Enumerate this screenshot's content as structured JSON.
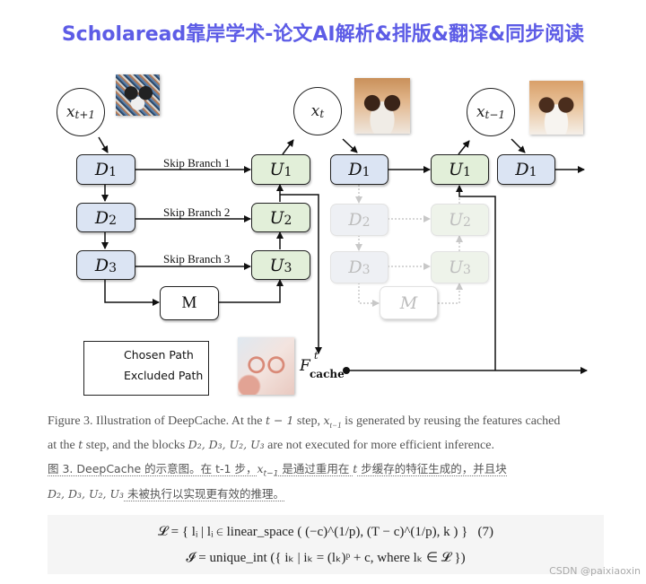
{
  "header": {
    "title": "Scholaread靠岸学术-论文AI解析&排版&翻译&同步阅读"
  },
  "diagram": {
    "nodes": {
      "x_t_plus_1": {
        "base": "x",
        "sub": "t+1"
      },
      "x_t": {
        "base": "x",
        "sub": "t"
      },
      "x_t_minus_1": {
        "base": "x",
        "sub": "t−1"
      },
      "D1": {
        "base": "D",
        "sub": "1"
      },
      "D2": {
        "base": "D",
        "sub": "2"
      },
      "D3": {
        "base": "D",
        "sub": "3"
      },
      "U1": {
        "base": "U",
        "sub": "1"
      },
      "U2": {
        "base": "U",
        "sub": "2"
      },
      "U3": {
        "base": "U",
        "sub": "3"
      },
      "M": "M"
    },
    "skip_branches": [
      "Skip Branch 1",
      "Skip Branch 2",
      "Skip Branch 3"
    ],
    "legend": {
      "chosen": "Chosen Path",
      "excluded": "Excluded Path"
    },
    "cache": {
      "base": "F",
      "sup": "t",
      "sub": "cache"
    },
    "colors": {
      "down_block": "#dbe4f3",
      "up_block": "#e2efd9",
      "title": "#5d5ce6"
    }
  },
  "caption": {
    "en_line1_a": "Figure 3. Illustration of DeepCache. At the ",
    "en_t_minus_1": "t − 1",
    "en_line1_b": " step, ",
    "en_x": "x",
    "en_x_sub": "t−1",
    "en_line1_c": " is generated by reusing the features cached",
    "en_line2_a": "at the ",
    "en_t": "t",
    "en_line2_b": " step, and the blocks ",
    "en_blocks": "D₂, D₃, U₂, U₃",
    "en_line2_c": " are not executed for more efficient inference.",
    "cn_a": "图 3. DeepCache 的示意图。在 t-1 步，",
    "cn_x": "x",
    "cn_x_sub": "t−1",
    "cn_b": " 是通过重用在 ",
    "cn_t": "t",
    "cn_c": " 步缓存的特征生成的，并且块",
    "cn_blocks": "D₂, D₃, U₂, U₃",
    "cn_d": " 未被执行以实现更有效的推理。"
  },
  "equations": {
    "line1": "𝓛 = { lᵢ | lᵢ ∈ linear_space ( (−c)^(1/p), (T − c)^(1/p), k ) }",
    "line1_number": "(7)",
    "line2": "𝓘 = unique_int ({ iₖ | iₖ = (lₖ)ᵖ + c, where lₖ ∈ 𝓛 })"
  },
  "watermark": "CSDN @paixiaoxin"
}
